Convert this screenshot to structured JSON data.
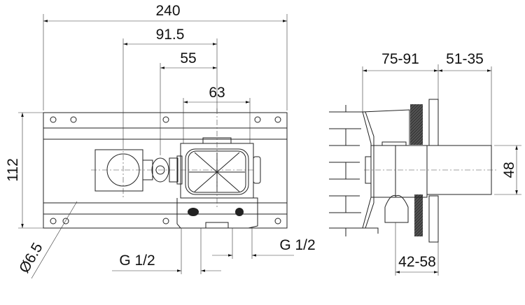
{
  "front_view": {
    "width_total": "240",
    "dim_91_5": "91.5",
    "dim_55": "55",
    "dim_63": "63",
    "height": "112",
    "hole_diameter": "Ø6.5",
    "thread_left": "G 1/2",
    "thread_right": "G 1/2"
  },
  "side_view": {
    "depth_body": "75-91",
    "depth_trim": "51-35",
    "outlet_height": "48",
    "wall_range": "42-58"
  },
  "colors": {
    "line": "#222222",
    "hatch": "#333333"
  }
}
